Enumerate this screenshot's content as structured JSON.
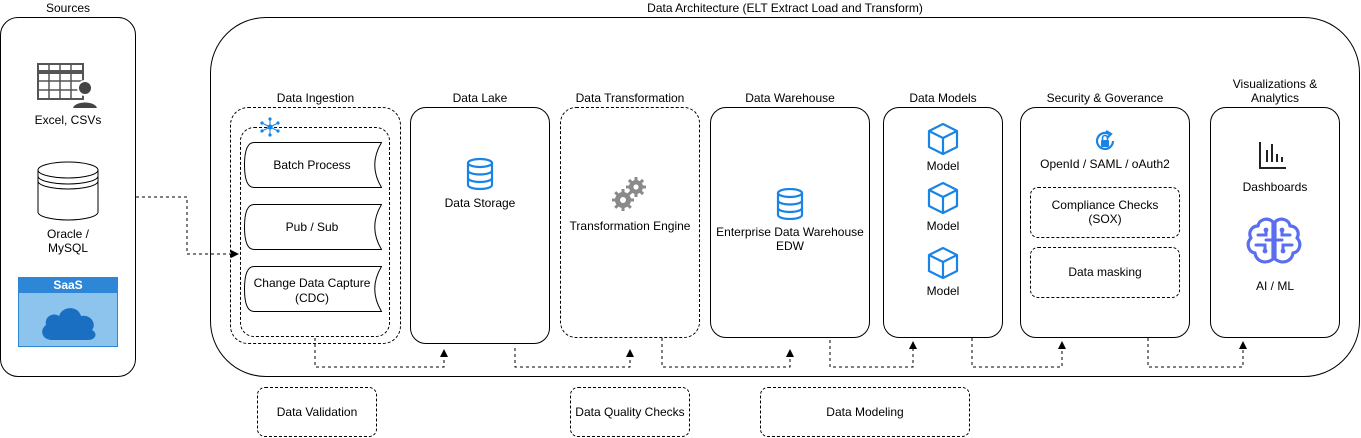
{
  "sources": {
    "title": "Sources",
    "excel": "Excel, CSVs",
    "oracle_line1": "Oracle /",
    "oracle_line2": "MySQL",
    "saas": "SaaS"
  },
  "architecture": {
    "title": "Data Architecture (ELT Extract Load and Transform)"
  },
  "ingestion": {
    "title": "Data Ingestion",
    "batch": "Batch Process",
    "pubsub": "Pub / Sub",
    "cdc_line1": "Change Data Capture",
    "cdc_line2": "(CDC)"
  },
  "lake": {
    "title": "Data Lake",
    "label": "Data Storage"
  },
  "transformation": {
    "title": "Data Transformation",
    "label": "Transformation Engine"
  },
  "warehouse": {
    "title": "Data Warehouse",
    "label_line1": "Enterprise Data Warehouse",
    "label_line2": "EDW"
  },
  "models": {
    "title": "Data Models",
    "items": [
      "Model",
      "Model",
      "Model"
    ]
  },
  "security": {
    "title": "Security & Goverance",
    "auth": "OpenId / SAML / oAuth2",
    "compliance_line1": "Compliance Checks",
    "compliance_line2": "(SOX)",
    "masking": "Data masking"
  },
  "viz": {
    "title_line1": "Visualizations &",
    "title_line2": "Analytics",
    "dashboards": "Dashboards",
    "aiml": "AI / ML"
  },
  "bottom": {
    "validation": "Data Validation",
    "quality": "Data Quality Checks",
    "modeling": "Data Modeling"
  },
  "colors": {
    "accent_blue": "#1a84e6",
    "saas_fill": "#8cc4ee",
    "saas_header": "#2e86d6",
    "ai_purple": "#5b6ef0"
  }
}
